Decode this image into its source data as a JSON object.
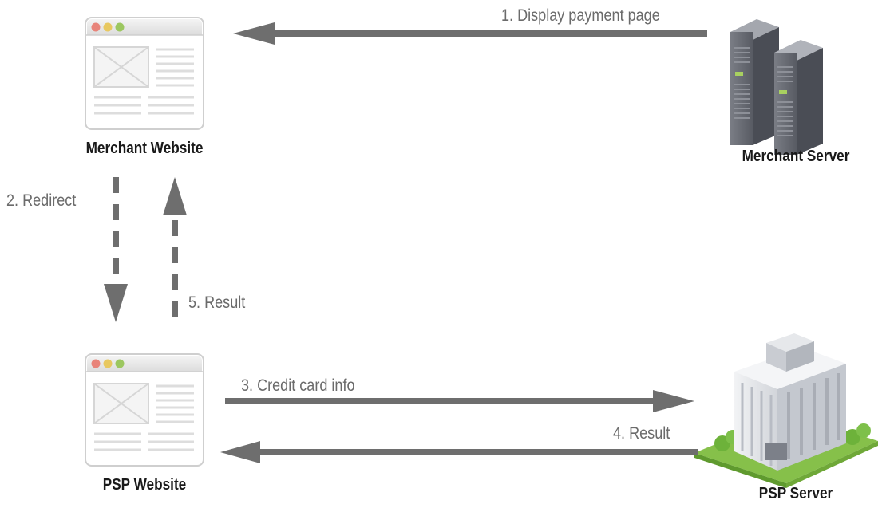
{
  "nodes": {
    "merchant_website": {
      "label": "Merchant Website",
      "icon": "browser-window-icon"
    },
    "merchant_server": {
      "label": "Merchant Server",
      "icon": "server-tower-icon"
    },
    "psp_website": {
      "label": "PSP Website",
      "icon": "browser-window-icon"
    },
    "psp_server": {
      "label": "PSP Server",
      "icon": "office-building-icon"
    }
  },
  "edges": {
    "display_payment_page": {
      "label": "1. Display payment page",
      "from": "merchant_server",
      "to": "merchant_website",
      "style": "solid"
    },
    "redirect": {
      "label": "2. Redirect",
      "from": "merchant_website",
      "to": "psp_website",
      "style": "dashed"
    },
    "credit_card_info": {
      "label": "3. Credit card info",
      "from": "psp_website",
      "to": "psp_server",
      "style": "solid"
    },
    "result_psp": {
      "label": "4. Result",
      "from": "psp_server",
      "to": "psp_website",
      "style": "solid"
    },
    "result_merchant": {
      "label": "5. Result",
      "from": "psp_website",
      "to": "merchant_website",
      "style": "dashed"
    }
  },
  "colors": {
    "arrow": "#6e6e6e",
    "label_text": "#6b6b6b",
    "node_text": "#1a1a1a",
    "browser_red": "#e8847a",
    "browser_yellow": "#e8c860",
    "browser_green": "#9cc760",
    "server_body": "#6a6d75",
    "server_led": "#a8d060",
    "building_body": "#e2e4e8",
    "grass": "#86c04a"
  }
}
